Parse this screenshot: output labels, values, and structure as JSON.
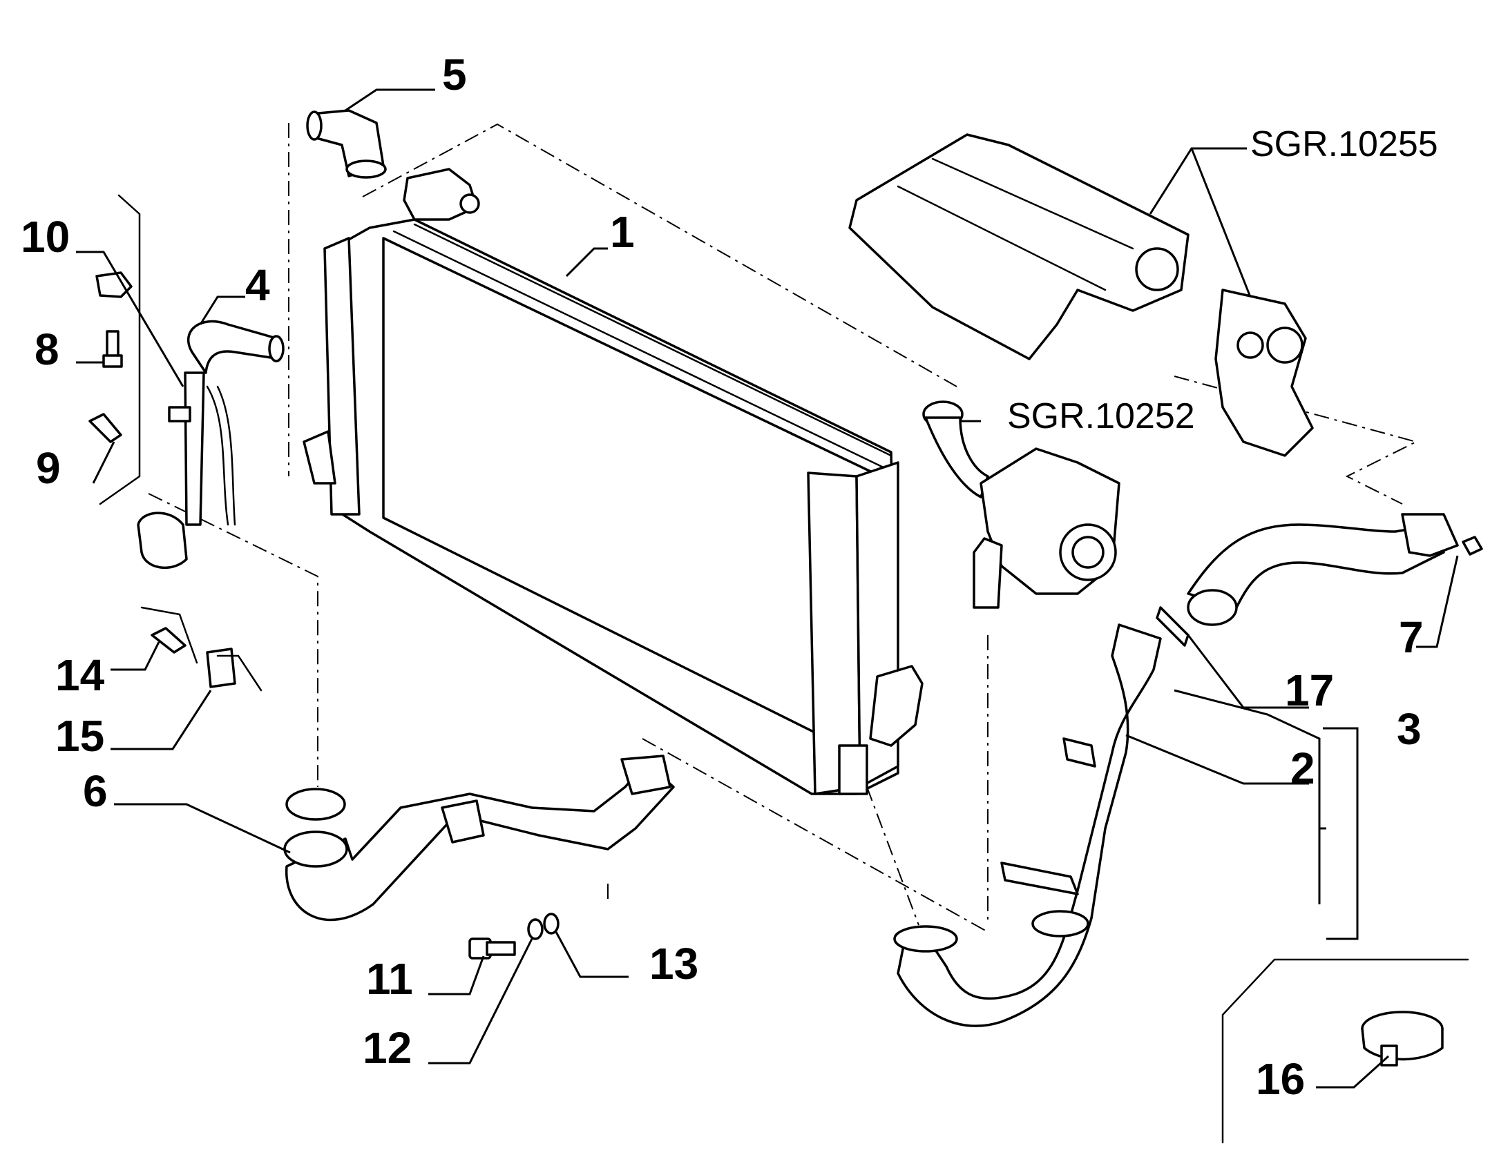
{
  "callouts": {
    "c1": "1",
    "c2": "2",
    "c3": "3",
    "c4": "4",
    "c5": "5",
    "c6": "6",
    "c7": "7",
    "c8": "8",
    "c9": "9",
    "c10": "10",
    "c11": "11",
    "c12": "12",
    "c13": "13",
    "c14": "14",
    "c15": "15",
    "c16": "16",
    "c17": "17"
  },
  "references": {
    "intake_manifold": "SGR.10255",
    "turbocharger": "SGR.10252"
  }
}
